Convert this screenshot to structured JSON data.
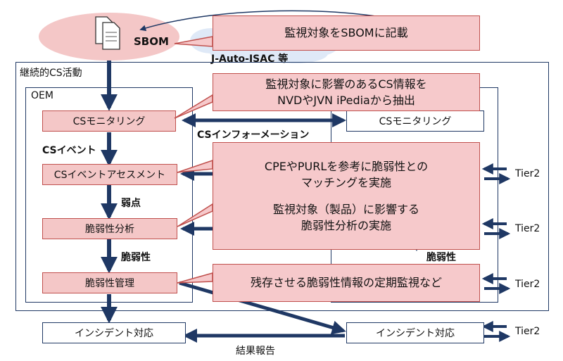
{
  "sbom": {
    "label": "SBOM"
  },
  "jauto": {
    "label": "J-Auto-ISAC 等"
  },
  "frames": {
    "outer_title": "継続的CS活動",
    "oem_title": "OEM"
  },
  "oem_flow": {
    "monitoring": "CSモニタリング",
    "event_label": "CSイベント",
    "assessment": "CSイベントアセスメント",
    "weakness_label": "弱点",
    "analysis": "脆弱性分析",
    "vuln_label": "脆弱性",
    "management": "脆弱性管理",
    "incident": "インシデント対応"
  },
  "supplier_flow": {
    "monitoring": "CSモニタリング",
    "vuln_label": "脆弱性",
    "incident": "インシデント対応"
  },
  "info_label": "CSインフォーメーション",
  "result_label": "結果報告",
  "tier2": [
    "Tier2",
    "Tier2",
    "Tier2",
    "Tier2"
  ],
  "callouts": {
    "c1": "監視対象をSBOMに記載",
    "c2_line1": "監視対象に影響のあるCS情報を",
    "c2_line2": "NVDやJVN iPediaから抽出",
    "c3_line1": "CPEやPURLを参考に脆弱性との",
    "c3_line2": "マッチングを実施",
    "c3_line3": "監視対象（製品）に影響する",
    "c3_line4": "脆弱性分析の実施",
    "c4": "残存させる脆弱性情報の定期監視など"
  },
  "colors": {
    "navy": "#1f3864",
    "callout_fill": "#f6c9cb",
    "callout_border": "#c0504d",
    "cloud": "#dfe9f7"
  }
}
